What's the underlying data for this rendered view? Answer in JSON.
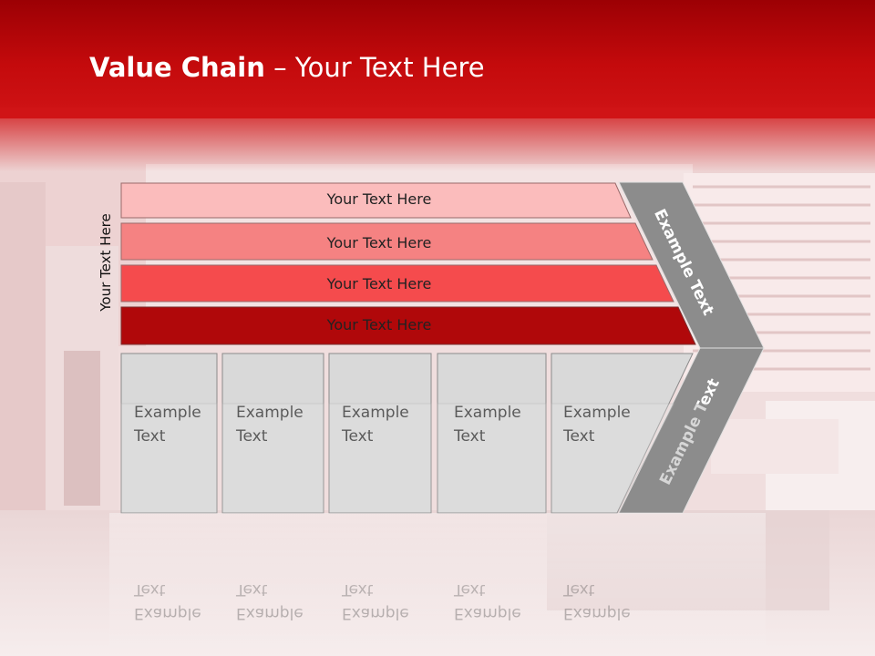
{
  "title": {
    "bold": "Value Chain",
    "rest": " – Your Text Here"
  },
  "side_label": "Your Text Here",
  "support_rows": [
    {
      "label": "Your Text Here",
      "color": "#fbbcbc"
    },
    {
      "label": "Your Text Here",
      "color": "#f58282"
    },
    {
      "label": "Your Text Here",
      "color": "#f54b4d"
    },
    {
      "label": "Your Text Here",
      "color": "#b0080a"
    }
  ],
  "primary_boxes": [
    {
      "line1": "Example",
      "line2": "Text"
    },
    {
      "line1": "Example",
      "line2": "Text"
    },
    {
      "line1": "Example",
      "line2": "Text"
    },
    {
      "line1": "Example",
      "line2": "Text"
    },
    {
      "line1": "Example",
      "line2": "Text"
    }
  ],
  "arrow_upper": "Example Text",
  "arrow_lower": "Example Text",
  "colors": {
    "header": "#c40a0c",
    "box_fill": "#d9d9d9",
    "arrow": "#8c8c8c"
  }
}
